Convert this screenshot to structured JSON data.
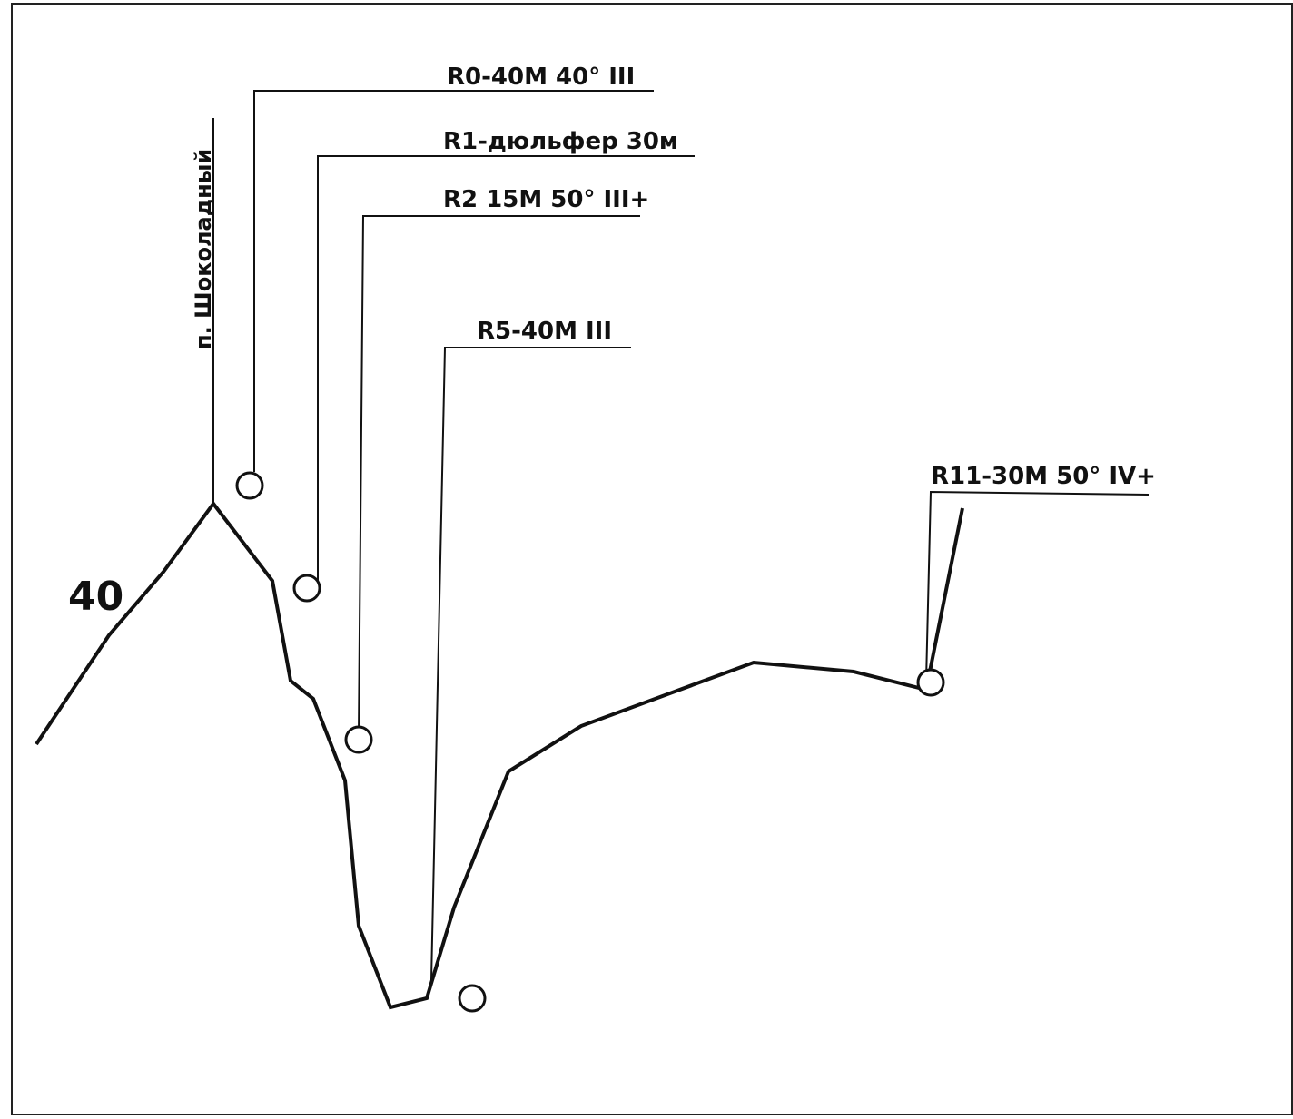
{
  "labels": {
    "r0": "R0-40M 40° III",
    "r1": "R1-дюльфер 30м",
    "r2": "R2 15M 50° III+",
    "r5": "R5-40M III",
    "r11": "R11-30M 50° IV+",
    "peak_left": "п. Шоколадный",
    "grade_40": "40"
  }
}
